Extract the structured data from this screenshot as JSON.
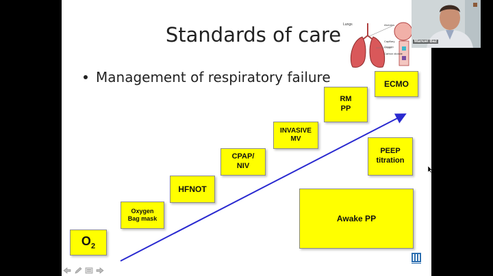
{
  "slide": {
    "title": "Standards of care",
    "bullet": "Management of respiratory failure",
    "boxes": {
      "o2": {
        "main": "O",
        "sub": "2"
      },
      "oxygen_bag_mask": "Oxygen\nBag mask",
      "hfnot": "HFNOT",
      "cpap_niv": "CPAP/\nNIV",
      "invasive_mv": "INVASIVE\nMV",
      "rm_pp": "RM\nPP",
      "ecmo": "ECMO",
      "peep_titration": "PEEP\ntitration",
      "awake_pp": "Awake PP"
    },
    "box_color": "#ffff00",
    "arrow_color": "#2a2ad0",
    "lungs_labels": {
      "lungs": "Lungs",
      "alveolus": "Alveolus",
      "capillary": "Capillary",
      "oxygen": "Oxygen",
      "carbon_dioxide": "Carbon\ndioxide"
    }
  },
  "webcam": {
    "name": "Manuel Baz"
  },
  "nav_icons": [
    "arrow-left-icon",
    "pen-icon",
    "menu-icon",
    "arrow-right-icon"
  ]
}
